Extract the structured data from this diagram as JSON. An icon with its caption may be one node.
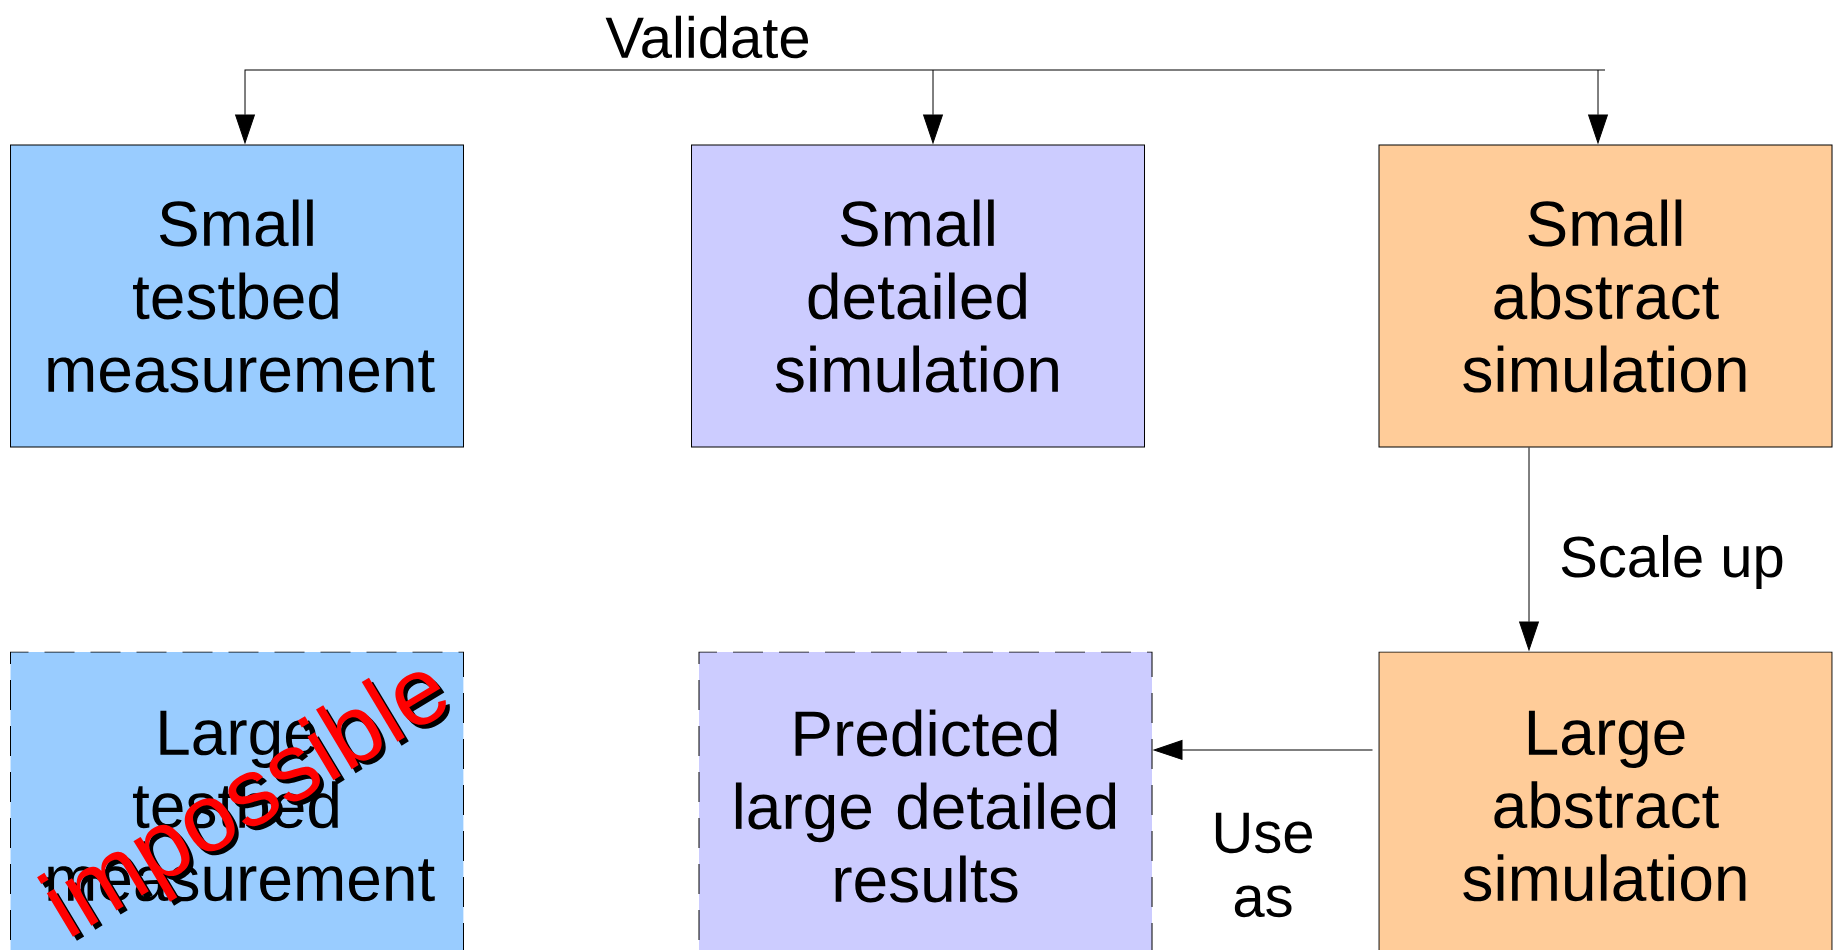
{
  "diagram": {
    "nodes": [
      {
        "text": [
          "Small testbed measurement"
        ]
      },
      {
        "text": [
          "Small detailed simulation"
        ]
      },
      {
        "text": [
          "Small abstract simulation"
        ]
      },
      {
        "text": [
          "Large testbed measurement"
        ]
      },
      {
        "text": [
          "Predicted large detailed results"
        ]
      },
      {
        "text": [
          "Large abstract simulation"
        ]
      }
    ],
    "edges": [
      {
        "from": null,
        "to": 0,
        "arrow": "to",
        "label": "Validate"
      },
      {
        "from": null,
        "to": 1,
        "arrow": "to"
      },
      {
        "from": null,
        "to": 2,
        "arrow": "to"
      },
      {
        "from": 2,
        "to": 5,
        "arrow": "to",
        "label": "Scale up"
      },
      {
        "from": 5,
        "to": 4,
        "arrow": "to",
        "label": "Use as"
      }
    ],
    "labels": [
      "impossible"
    ]
  }
}
